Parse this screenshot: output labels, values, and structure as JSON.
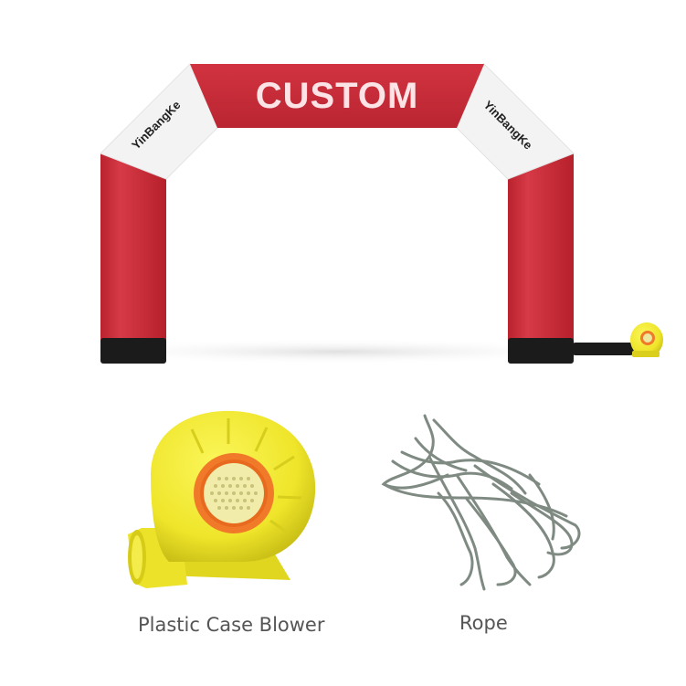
{
  "arch": {
    "banner_text": "CUSTOM",
    "brand_left": "YinBangKe",
    "brand_right": "YinBangKe",
    "colors": {
      "red": "#cc2936",
      "white": "#f4f4f4",
      "black": "#1a1a1a",
      "banner_text": "#fbe3e6"
    }
  },
  "accessories": {
    "blower_label": "Plastic Case Blower",
    "rope_label": "Rope",
    "colors": {
      "blower_yellow": "#f2ea2a",
      "blower_orange": "#f07a2a",
      "rope_gray": "#7f8a82"
    }
  }
}
